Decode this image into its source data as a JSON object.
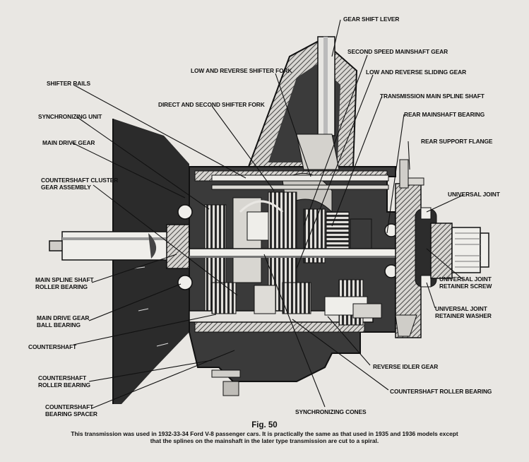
{
  "labels": {
    "gear_shift_lever": "GEAR SHIFT LEVER",
    "second_speed_mainshaft_gear": "SECOND SPEED MAINSHAFT GEAR",
    "low_reverse_shifter_fork": "LOW AND REVERSE SHIFTER FORK",
    "low_reverse_sliding_gear": "LOW AND REVERSE SLIDING GEAR",
    "shifter_rails": "SHIFTER RAILS",
    "transmission_main_spline_shaft": "TRANSMISSION MAIN SPLINE SHAFT",
    "direct_second_shifter_fork": "DIRECT AND SECOND SHIFTER FORK",
    "rear_mainshaft_bearing": "REAR MAINSHAFT BEARING",
    "synchronizing_unit": "SYNCHRONIZING UNIT",
    "rear_support_flange": "REAR SUPPORT FLANGE",
    "main_drive_gear": "MAIN DRIVE GEAR",
    "countershaft_cluster_1": "COUNTERSHAFT CLUSTER",
    "countershaft_cluster_2": "GEAR ASSEMBLY",
    "universal_joint": "UNIVERSAL JOINT",
    "main_spline_shaft_bearing_1": "MAIN SPLINE SHAFT",
    "main_spline_shaft_bearing_2": "ROLLER BEARING",
    "uj_retainer_screw_1": "UNIVERSAL JOINT",
    "uj_retainer_screw_2": "RETAINER SCREW",
    "main_drive_gear_ball_bearing_1": "MAIN DRIVE GEAR",
    "main_drive_gear_ball_bearing_2": "BALL BEARING",
    "uj_retainer_washer_1": "UNIVERSAL JOINT",
    "uj_retainer_washer_2": "RETAINER WASHER",
    "countershaft": "COUNTERSHAFT",
    "countershaft_roller_bearing_left_1": "COUNTERSHAFT",
    "countershaft_roller_bearing_left_2": "ROLLER BEARING",
    "reverse_idler_gear": "REVERSE IDLER GEAR",
    "countershaft_roller_bearing_right": "COUNTERSHAFT ROLLER BEARING",
    "countershaft_bearing_spacer_1": "COUNTERSHAFT",
    "countershaft_bearing_spacer_2": "BEARING SPACER",
    "synchronizing_cones": "SYNCHRONIZING CONES"
  },
  "figure_number": "Fig. 50",
  "caption_line1": "This transmission was used in 1932-33-34 Ford V-8 passenger cars.  It is practically the same as that used in 1935 and 1936 models except",
  "caption_line2": "that the splines on the mainshaft in the later type transmission are cut to a spiral.",
  "colors": {
    "paper": "#e9e7e3",
    "ink": "#141414",
    "dark_fill": "#2a2a2a",
    "metal_light": "#d8d6d2"
  }
}
